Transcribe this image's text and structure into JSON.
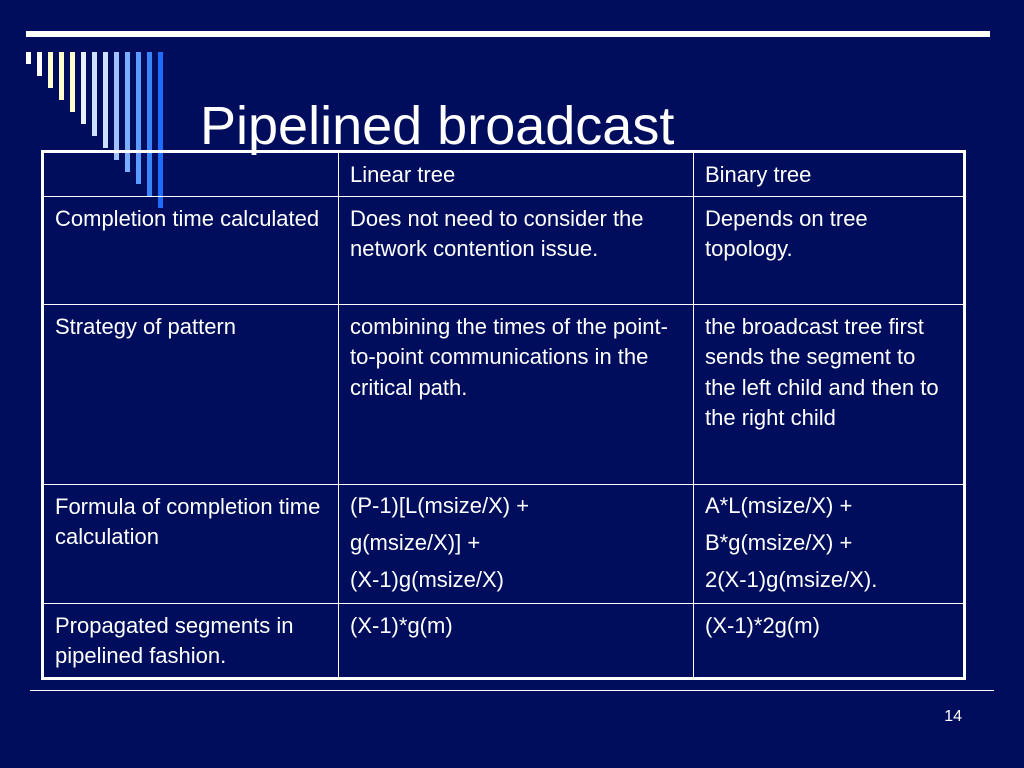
{
  "slide": {
    "title": "Pipelined broadcast",
    "page_number": "14"
  },
  "table": {
    "header": [
      "",
      "Linear tree",
      "Binary tree"
    ],
    "rows": [
      {
        "label": "Completion time calculated",
        "linear": "Does not need to consider the network contention issue.",
        "binary": "Depends on tree topology."
      },
      {
        "label": "Strategy of pattern",
        "linear": "combining the times of the point-to-point communications in the critical path.",
        "binary": "the broadcast tree first sends the segment to the left child and then to the right child"
      },
      {
        "label": "Formula of completion time calculation",
        "linear_lines": [
          "(P-1)[L(msize/X) +",
          "g(msize/X)] +",
          "(X-1)g(msize/X)"
        ],
        "binary_lines": [
          "A*L(msize/X) +",
          "B*g(msize/X) +",
          "2(X-1)g(msize/X)."
        ]
      },
      {
        "label": "Propagated segments in pipelined fashion.",
        "linear": "(X-1)*g(m)",
        "binary": "(X-1)*2g(m)"
      }
    ]
  },
  "colors": {
    "background": "#000d5c",
    "text": "#ffffff",
    "stripe_palette": [
      "#ffffff",
      "#ffffcc",
      "#cce0ff",
      "#5b9bff",
      "#1e6bff"
    ]
  },
  "icons": {
    "decoration": "vertical-stripes-decoration"
  }
}
